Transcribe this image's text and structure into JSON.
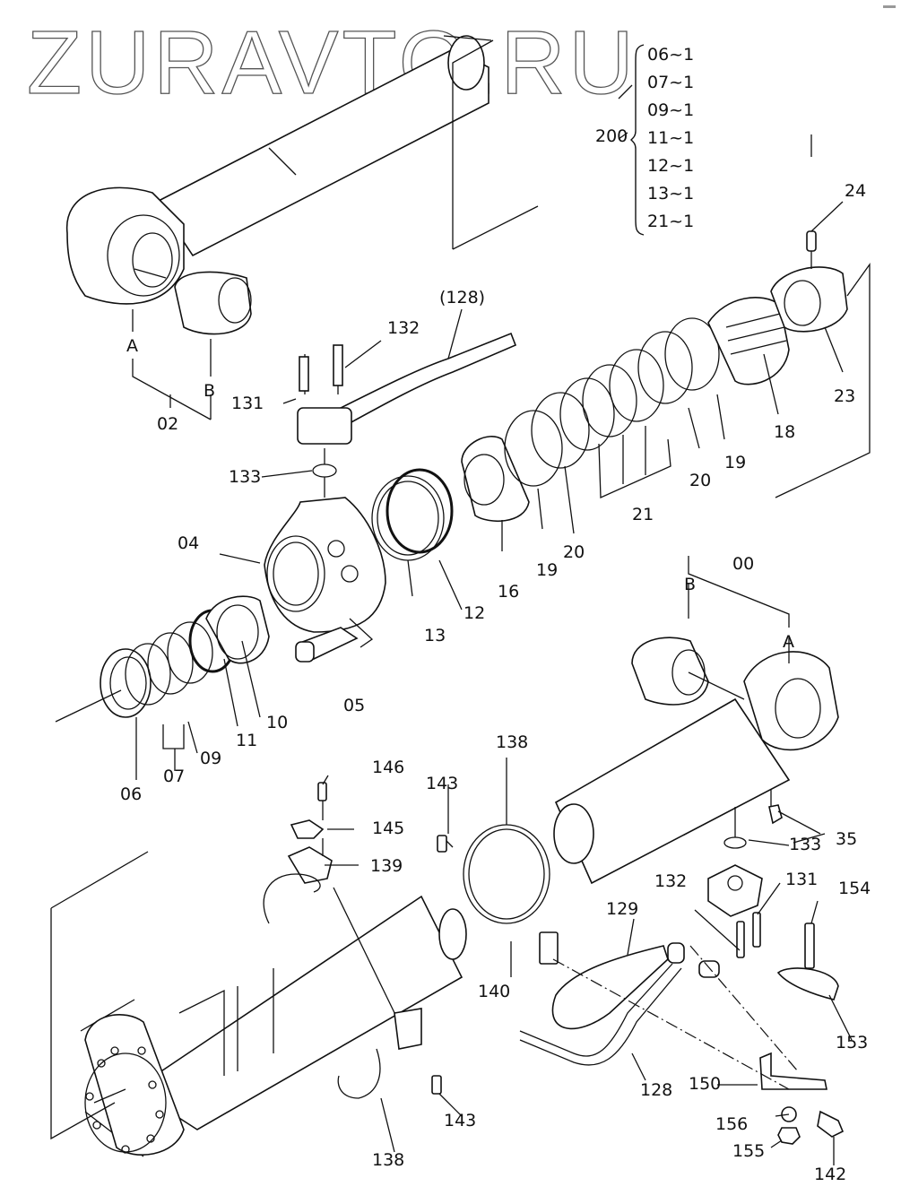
{
  "watermark": "ZURAVTO.RU",
  "kit": {
    "number": "200",
    "items": [
      "06~1",
      "07~1",
      "09~1",
      "11~1",
      "12~1",
      "13~1",
      "21~1"
    ]
  },
  "labels": {
    "l02": "02",
    "lA1": "A",
    "lB1": "B",
    "l128p": "(128)",
    "l132a": "132",
    "l131a": "131",
    "l133a": "133",
    "l24": "24",
    "l23": "23",
    "l18": "18",
    "l19a": "19",
    "l20a": "20",
    "l21": "21",
    "l16": "16",
    "l19b": "19",
    "l20b": "20",
    "l04": "04",
    "l12": "12",
    "l13": "13",
    "l05": "05",
    "l10": "10",
    "l11": "11",
    "l09": "09",
    "l07": "07",
    "l06": "06",
    "l00": "00",
    "lB2": "B",
    "lA2": "A",
    "l35": "35",
    "l133b": "133",
    "l146": "146",
    "l145": "145",
    "l139": "139",
    "l143a": "143",
    "l138a": "138",
    "l140": "140",
    "l132b": "132",
    "l131b": "131",
    "l154": "154",
    "l129": "129",
    "l153": "153",
    "l128": "128",
    "l150": "150",
    "l156": "156",
    "l155": "155",
    "l142": "142",
    "l143b": "143",
    "l138b": "138"
  }
}
